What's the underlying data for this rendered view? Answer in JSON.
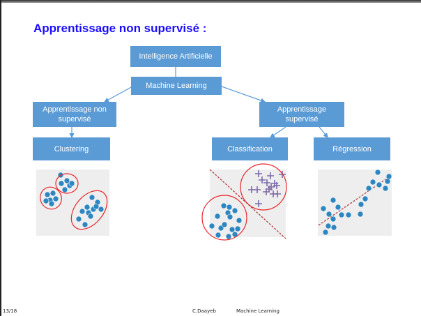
{
  "slide": {
    "title": "Apprentissage non supervisé :"
  },
  "diagram": {
    "root": "Intelligence Artificielle",
    "ml": "Machine Learning",
    "unsup": "Apprentissage non supervisé",
    "sup": "Apprentissage supervisé",
    "clustering": "Clustering",
    "classification": "Classification",
    "regression": "Régression"
  },
  "colors": {
    "box": "#5b9bd5",
    "title": "#1a0dff",
    "dot": "#2e86c1",
    "cross": "#7b68a8",
    "circle": "#e8262b"
  },
  "footer": {
    "page": "13/18",
    "author": "C.Daayeb",
    "course": "Machine Learning"
  }
}
